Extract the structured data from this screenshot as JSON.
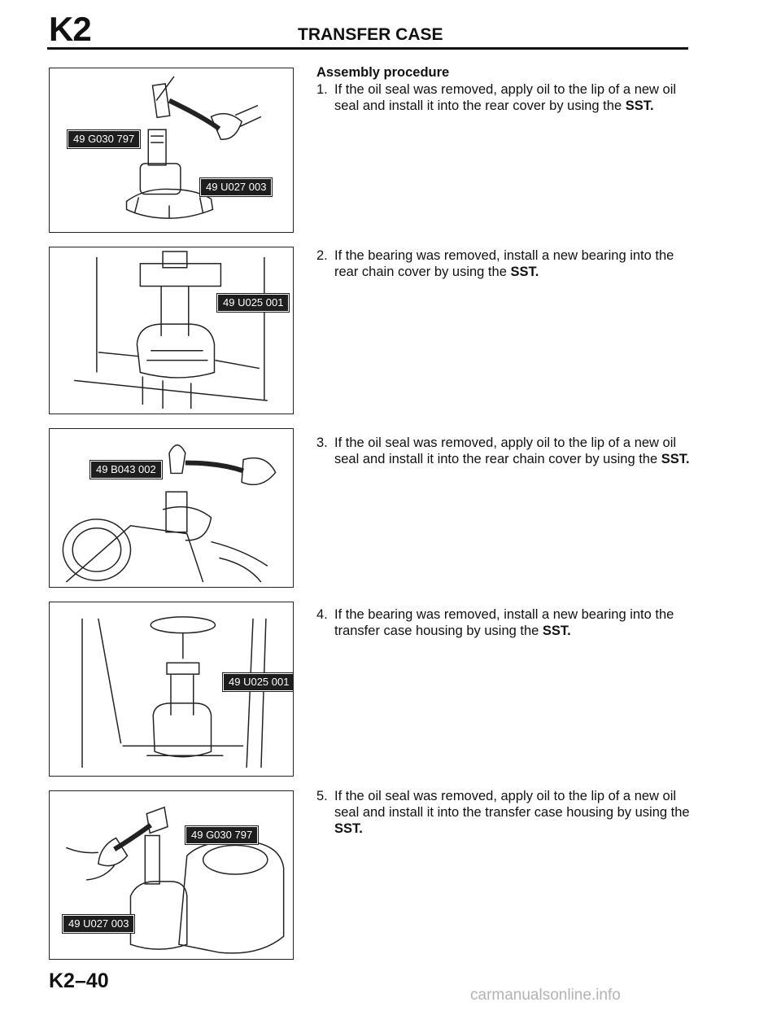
{
  "header": {
    "section_code": "K2",
    "title": "TRANSFER CASE"
  },
  "section_title": "Assembly procedure",
  "steps": [
    {
      "num": "1.",
      "text": "If the oil seal was removed, apply oil to the lip of a new oil seal and install it into the rear cover by using the ",
      "bold": "SST."
    },
    {
      "num": "2.",
      "text": "If the bearing was removed, install a new bearing into the rear chain cover by using the ",
      "bold": "SST."
    },
    {
      "num": "3.",
      "text": "If the oil seal was removed, apply oil to the lip of a new oil seal and install it into the rear chain cover by using the ",
      "bold": "SST."
    },
    {
      "num": "4.",
      "text": "If the bearing was removed, install a new bearing into the transfer case housing by using the ",
      "bold": "SST."
    },
    {
      "num": "5.",
      "text": "If the oil seal was removed, apply oil to the lip of a new oil seal and install it into the transfer case housing by using the ",
      "bold": "SST."
    }
  ],
  "figures": [
    {
      "tags": [
        "49 G030 797",
        "49 U027 003"
      ]
    },
    {
      "tags": [
        "49 U025 001"
      ]
    },
    {
      "tags": [
        "49 B043 002"
      ]
    },
    {
      "tags": [
        "49 U025 001"
      ]
    },
    {
      "tags": [
        "49 G030 797",
        "49 U027 003"
      ]
    }
  ],
  "page_number": "K2–40",
  "watermark": "carmanualsonline.info"
}
